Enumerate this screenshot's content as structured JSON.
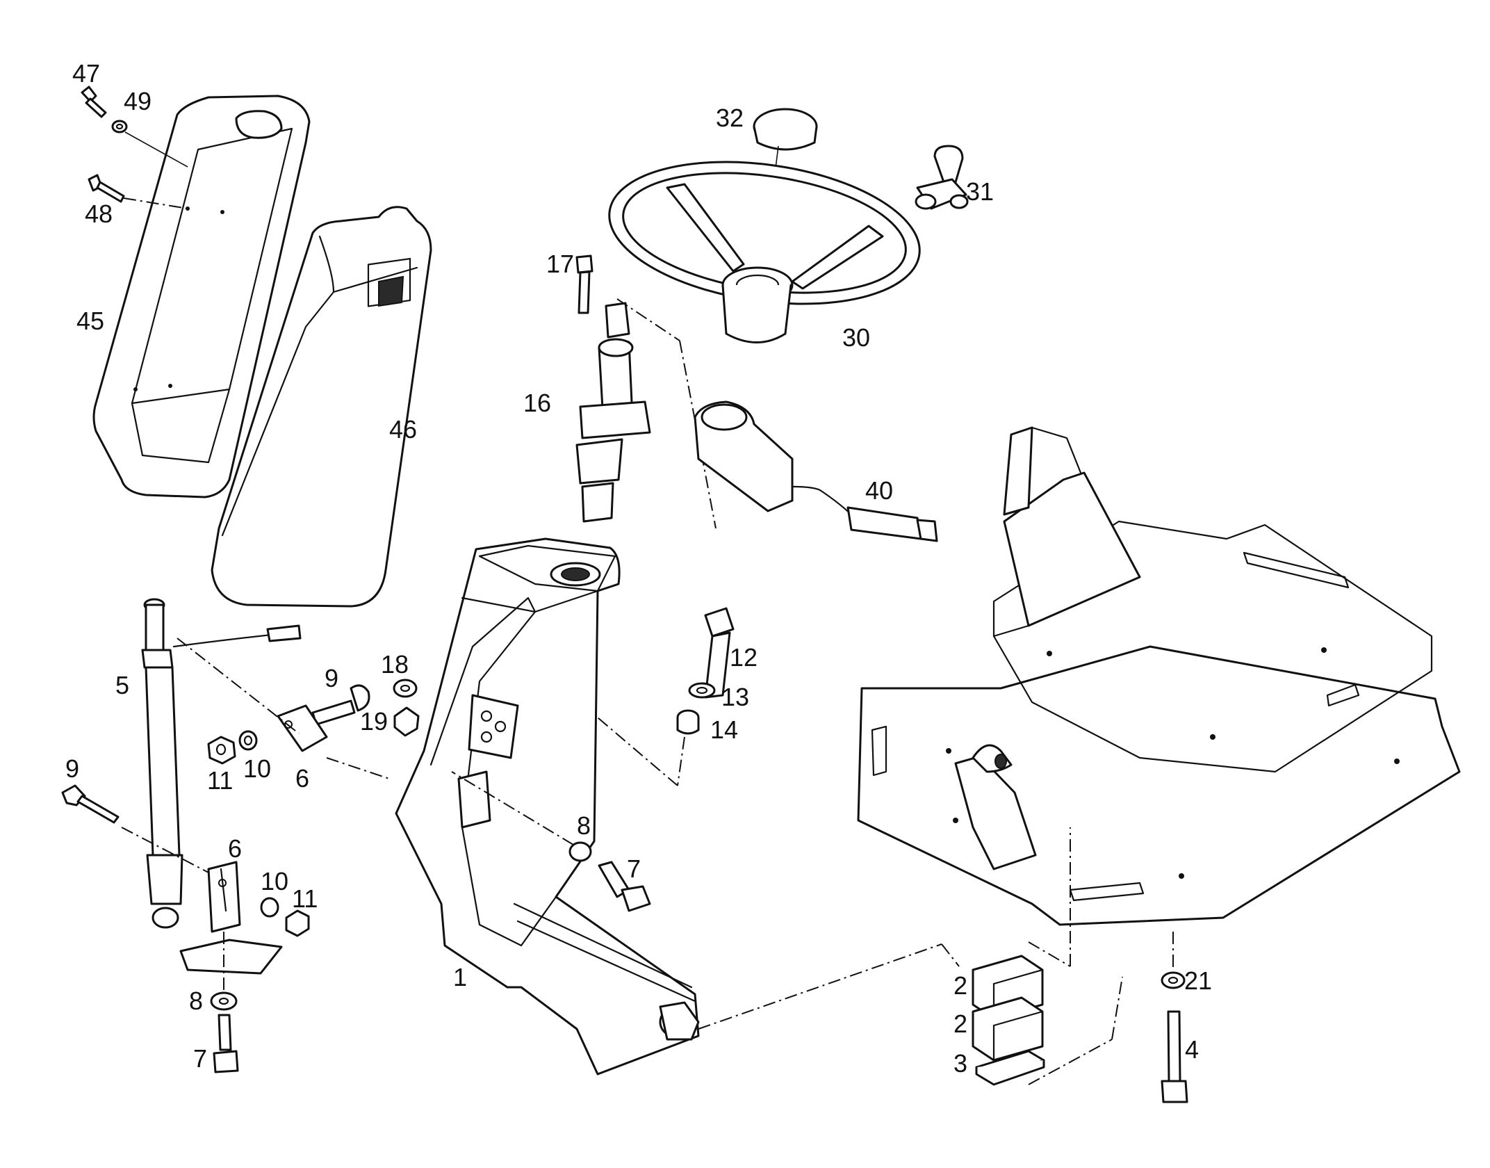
{
  "diagram": {
    "callouts": [
      {
        "id": "47",
        "label": "47"
      },
      {
        "id": "49",
        "label": "49"
      },
      {
        "id": "48",
        "label": "48"
      },
      {
        "id": "45",
        "label": "45"
      },
      {
        "id": "46",
        "label": "46"
      },
      {
        "id": "32",
        "label": "32"
      },
      {
        "id": "31",
        "label": "31"
      },
      {
        "id": "30",
        "label": "30"
      },
      {
        "id": "17",
        "label": "17"
      },
      {
        "id": "16",
        "label": "16"
      },
      {
        "id": "40",
        "label": "40"
      },
      {
        "id": "5",
        "label": "5"
      },
      {
        "id": "9a",
        "label": "9"
      },
      {
        "id": "18",
        "label": "18"
      },
      {
        "id": "19",
        "label": "19"
      },
      {
        "id": "11a",
        "label": "11"
      },
      {
        "id": "10a",
        "label": "10"
      },
      {
        "id": "6a",
        "label": "6"
      },
      {
        "id": "12",
        "label": "12"
      },
      {
        "id": "13",
        "label": "13"
      },
      {
        "id": "14",
        "label": "14"
      },
      {
        "id": "9b",
        "label": "9"
      },
      {
        "id": "6b",
        "label": "6"
      },
      {
        "id": "10b",
        "label": "10"
      },
      {
        "id": "11b",
        "label": "11"
      },
      {
        "id": "8a",
        "label": "8"
      },
      {
        "id": "7a",
        "label": "7"
      },
      {
        "id": "1",
        "label": "1"
      },
      {
        "id": "8b",
        "label": "8"
      },
      {
        "id": "7b",
        "label": "7"
      },
      {
        "id": "2a",
        "label": "2"
      },
      {
        "id": "2b",
        "label": "2"
      },
      {
        "id": "3",
        "label": "3"
      },
      {
        "id": "21",
        "label": "21"
      },
      {
        "id": "4",
        "label": "4"
      }
    ]
  }
}
